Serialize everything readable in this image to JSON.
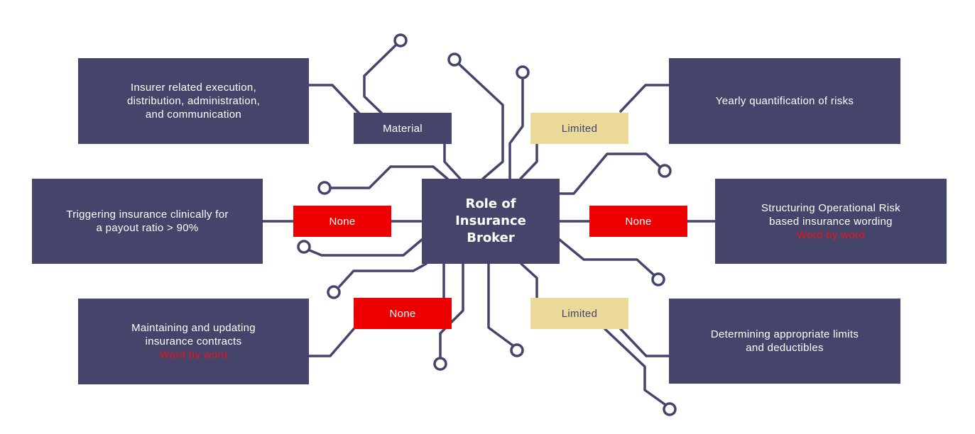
{
  "center": {
    "lines": [
      "Role of",
      "Insurance",
      "Broker"
    ]
  },
  "colors": {
    "navy": "#45456b",
    "red": "#ee0000",
    "sand": "#ebd99a",
    "note_red": "#e8141c"
  },
  "boxes": {
    "top_left": {
      "lines": [
        "Insurer related execution,",
        "distribution, administration,",
        "and communication"
      ]
    },
    "mid_left": {
      "lines": [
        "Triggering insurance clinically for",
        "a payout ratio > 90%"
      ]
    },
    "bottom_left": {
      "lines": [
        "Maintaining and updating",
        "insurance contracts"
      ],
      "note": "Word by word"
    },
    "top_right": {
      "lines": [
        "Yearly quantification of risks"
      ]
    },
    "mid_right": {
      "lines": [
        "Structuring Operational Risk",
        "based insurance wording"
      ],
      "note": "Word by word"
    },
    "bottom_right": {
      "lines": [
        "Determining appropriate limits",
        "and deductibles"
      ]
    }
  },
  "tags": {
    "top_left": "Material",
    "mid_left": "None",
    "bottom_left": "None",
    "top_right": "Limited",
    "mid_right": "None",
    "bottom_right": "Limited"
  }
}
